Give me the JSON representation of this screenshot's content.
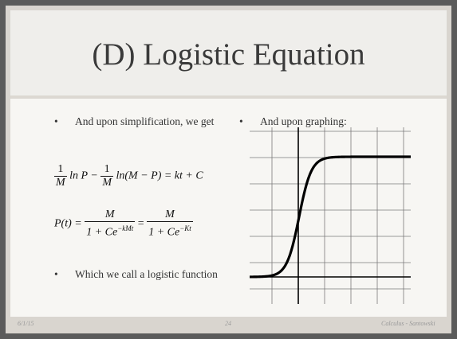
{
  "slide": {
    "title": "(D) Logistic Equation",
    "left_bullets": [
      {
        "marker": "•",
        "text": "And upon simplification, we get"
      },
      {
        "marker": "•",
        "text": "Which we call a logistic function"
      }
    ],
    "right_bullets": [
      {
        "marker": "•",
        "text": "And upon graphing:"
      }
    ],
    "equation1": {
      "frac1_num": "1",
      "frac1_den": "M",
      "part1": "ln P −",
      "frac2_num": "1",
      "frac2_den": "M",
      "part2": "ln(M − P) = kt + C"
    },
    "equation2": {
      "lhs": "P(t) =",
      "frac1_num": "M",
      "frac1_den_base": "1 + Ce",
      "frac1_den_exp": "−kMt",
      "eq": "=",
      "frac2_num": "M",
      "frac2_den_base": "1 + Ce",
      "frac2_den_exp": "−Kt"
    },
    "footer": {
      "date": "6/1/15",
      "page": "24",
      "author": "Calculus - Santowski"
    }
  },
  "colors": {
    "curve": "#000000",
    "grid": "#7a7a7a",
    "title_text": "#3a3a3a"
  }
}
